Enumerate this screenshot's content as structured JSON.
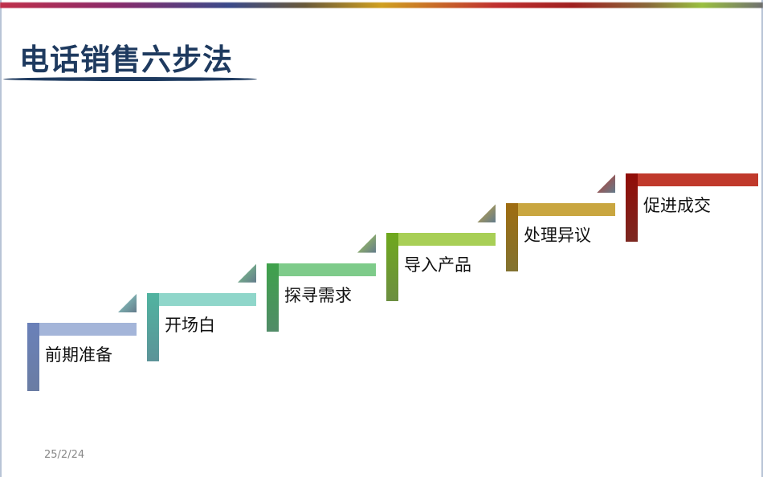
{
  "title": "电话销售六步法",
  "steps": [
    {
      "label": "前期准备",
      "color": "#a4b5d9"
    },
    {
      "label": "开场白",
      "color": "#8fd6ca"
    },
    {
      "label": "探寻需求",
      "color": "#7ecb8a"
    },
    {
      "label": "导入产品",
      "color": "#a8cf56"
    },
    {
      "label": "处理异议",
      "color": "#c9a640"
    },
    {
      "label": "促进成交",
      "color": "#c0392b"
    }
  ],
  "date": "25/2/24"
}
